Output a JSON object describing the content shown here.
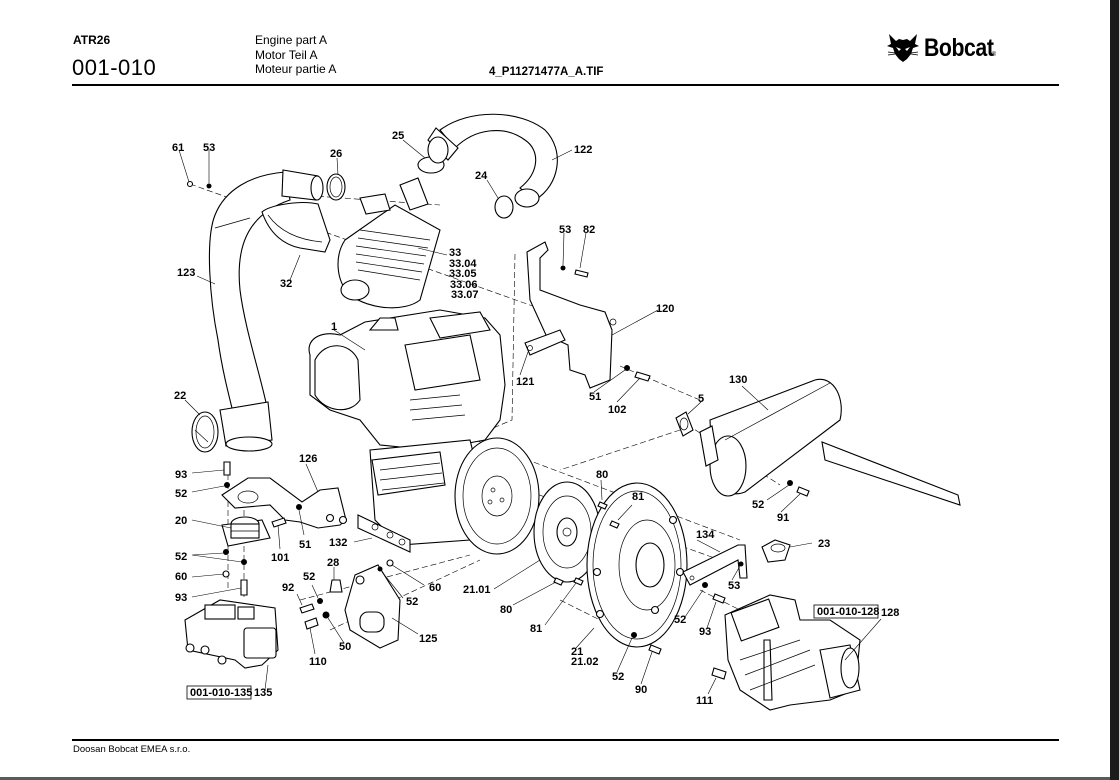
{
  "header": {
    "model": "ATR26",
    "section_code": "001-010",
    "titles": [
      "Engine part A",
      "Motor Teil A",
      "Moteur partie A"
    ],
    "image_file": "4_P11271477A_A.TIF",
    "brand": "Bobcat",
    "brand_mark": "®",
    "logo_icon": "bobcat-head-icon"
  },
  "footer": {
    "company": "Doosan Bobcat EMEA s.r.o."
  },
  "diagram": {
    "callouts": [
      {
        "id": "c61",
        "label": "61"
      },
      {
        "id": "c53a",
        "label": "53"
      },
      {
        "id": "c26",
        "label": "26"
      },
      {
        "id": "c25",
        "label": "25"
      },
      {
        "id": "c122",
        "label": "122"
      },
      {
        "id": "c24",
        "label": "24"
      },
      {
        "id": "c123",
        "label": "123"
      },
      {
        "id": "c32",
        "label": "32"
      },
      {
        "id": "c33",
        "label": "33"
      },
      {
        "id": "c3304",
        "label": "33.04"
      },
      {
        "id": "c3305",
        "label": "33.05"
      },
      {
        "id": "c3306",
        "label": "33.06"
      },
      {
        "id": "c3307",
        "label": "33.07"
      },
      {
        "id": "c53b",
        "label": "53"
      },
      {
        "id": "c82",
        "label": "82"
      },
      {
        "id": "c120",
        "label": "120"
      },
      {
        "id": "c1",
        "label": "1"
      },
      {
        "id": "c121",
        "label": "121"
      },
      {
        "id": "c51a",
        "label": "51"
      },
      {
        "id": "c102",
        "label": "102"
      },
      {
        "id": "c130",
        "label": "130"
      },
      {
        "id": "c5",
        "label": "5"
      },
      {
        "id": "c22",
        "label": "22"
      },
      {
        "id": "c93a",
        "label": "93"
      },
      {
        "id": "c52a",
        "label": "52"
      },
      {
        "id": "c126",
        "label": "126"
      },
      {
        "id": "c20",
        "label": "20"
      },
      {
        "id": "c51b",
        "label": "51"
      },
      {
        "id": "c101",
        "label": "101"
      },
      {
        "id": "c132",
        "label": "132"
      },
      {
        "id": "c52b",
        "label": "52"
      },
      {
        "id": "c60a",
        "label": "60"
      },
      {
        "id": "c93b",
        "label": "93"
      },
      {
        "id": "c28",
        "label": "28"
      },
      {
        "id": "c52c",
        "label": "52"
      },
      {
        "id": "c92",
        "label": "92"
      },
      {
        "id": "c60b",
        "label": "60"
      },
      {
        "id": "c52d",
        "label": "52"
      },
      {
        "id": "c125",
        "label": "125"
      },
      {
        "id": "c50",
        "label": "50"
      },
      {
        "id": "c110",
        "label": "110"
      },
      {
        "id": "c135",
        "label": "135"
      },
      {
        "id": "c80a",
        "label": "80"
      },
      {
        "id": "c81a",
        "label": "81"
      },
      {
        "id": "c2101",
        "label": "21.01"
      },
      {
        "id": "c80b",
        "label": "80"
      },
      {
        "id": "c81b",
        "label": "81"
      },
      {
        "id": "c21",
        "label": "21"
      },
      {
        "id": "c2102",
        "label": "21.02"
      },
      {
        "id": "c52e",
        "label": "52"
      },
      {
        "id": "c90",
        "label": "90"
      },
      {
        "id": "c52f",
        "label": "52"
      },
      {
        "id": "c91",
        "label": "91"
      },
      {
        "id": "c134",
        "label": "134"
      },
      {
        "id": "c23",
        "label": "23"
      },
      {
        "id": "c53c",
        "label": "53"
      },
      {
        "id": "c52g",
        "label": "52"
      },
      {
        "id": "c93c",
        "label": "93"
      },
      {
        "id": "c111",
        "label": "111"
      },
      {
        "id": "c128",
        "label": "128"
      }
    ],
    "references": [
      {
        "id": "ref135",
        "label": "001-010-135"
      },
      {
        "id": "ref128",
        "label": "001-010-128"
      }
    ]
  }
}
